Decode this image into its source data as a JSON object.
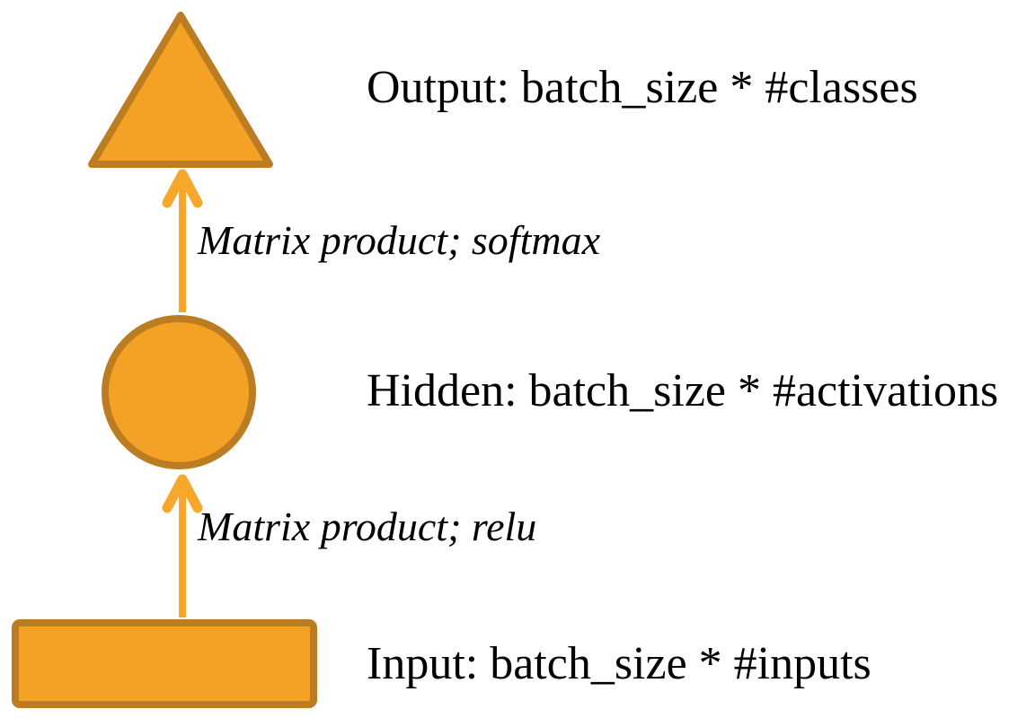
{
  "diagram": {
    "nodes": [
      {
        "id": "output",
        "shape": "triangle",
        "label": "Output: batch_size * #classes"
      },
      {
        "id": "hidden",
        "shape": "circle",
        "label": "Hidden: batch_size * #activations"
      },
      {
        "id": "input",
        "shape": "rectangle",
        "label": "Input: batch_size * #inputs"
      }
    ],
    "edges": [
      {
        "from": "hidden",
        "to": "output",
        "label": "Matrix product; softmax"
      },
      {
        "from": "input",
        "to": "hidden",
        "label": "Matrix product; relu"
      }
    ]
  },
  "colors": {
    "shape_fill": "#F3A226",
    "shape_border": "#BC7C21",
    "arrow": "#F7A72B",
    "text": "#000000",
    "background": "#FFFFFF"
  }
}
